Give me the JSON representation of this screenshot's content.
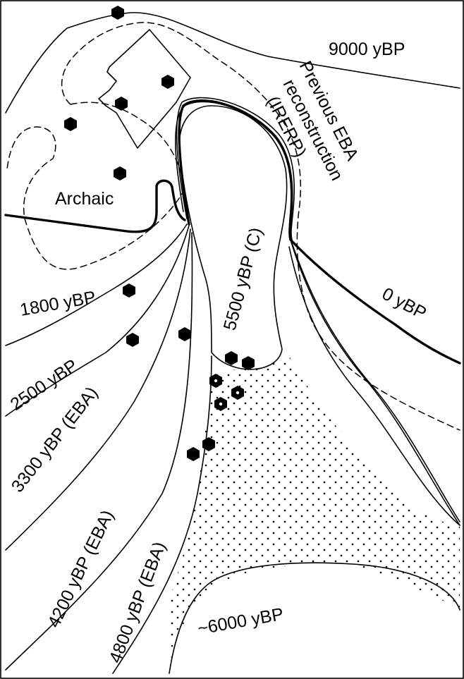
{
  "labels": {
    "y9000": "9000 yBP",
    "previous_line1": "Previous EBA",
    "previous_line2": "reconstruction",
    "previous_line3": "(IRERP)",
    "archaic": "Archaic",
    "y5500": "5500 yBP (C)",
    "y1800": "1800 yBP",
    "y0": "0 yBP",
    "y2500": "2500 yBP",
    "y3300": "3300 yBP (EBA)",
    "y4200": "4200 yBP (EBA)",
    "y4800": "4800 yBP (EBA)",
    "y6000": "~6000 yBP"
  },
  "symbols": {
    "site_marker": "filled-hexagon",
    "hollow_site_marker": "hexagon-with-white-center",
    "stipple": "dotted-fill"
  },
  "colors": {
    "ink": "#000000",
    "paper": "#ffffff"
  }
}
